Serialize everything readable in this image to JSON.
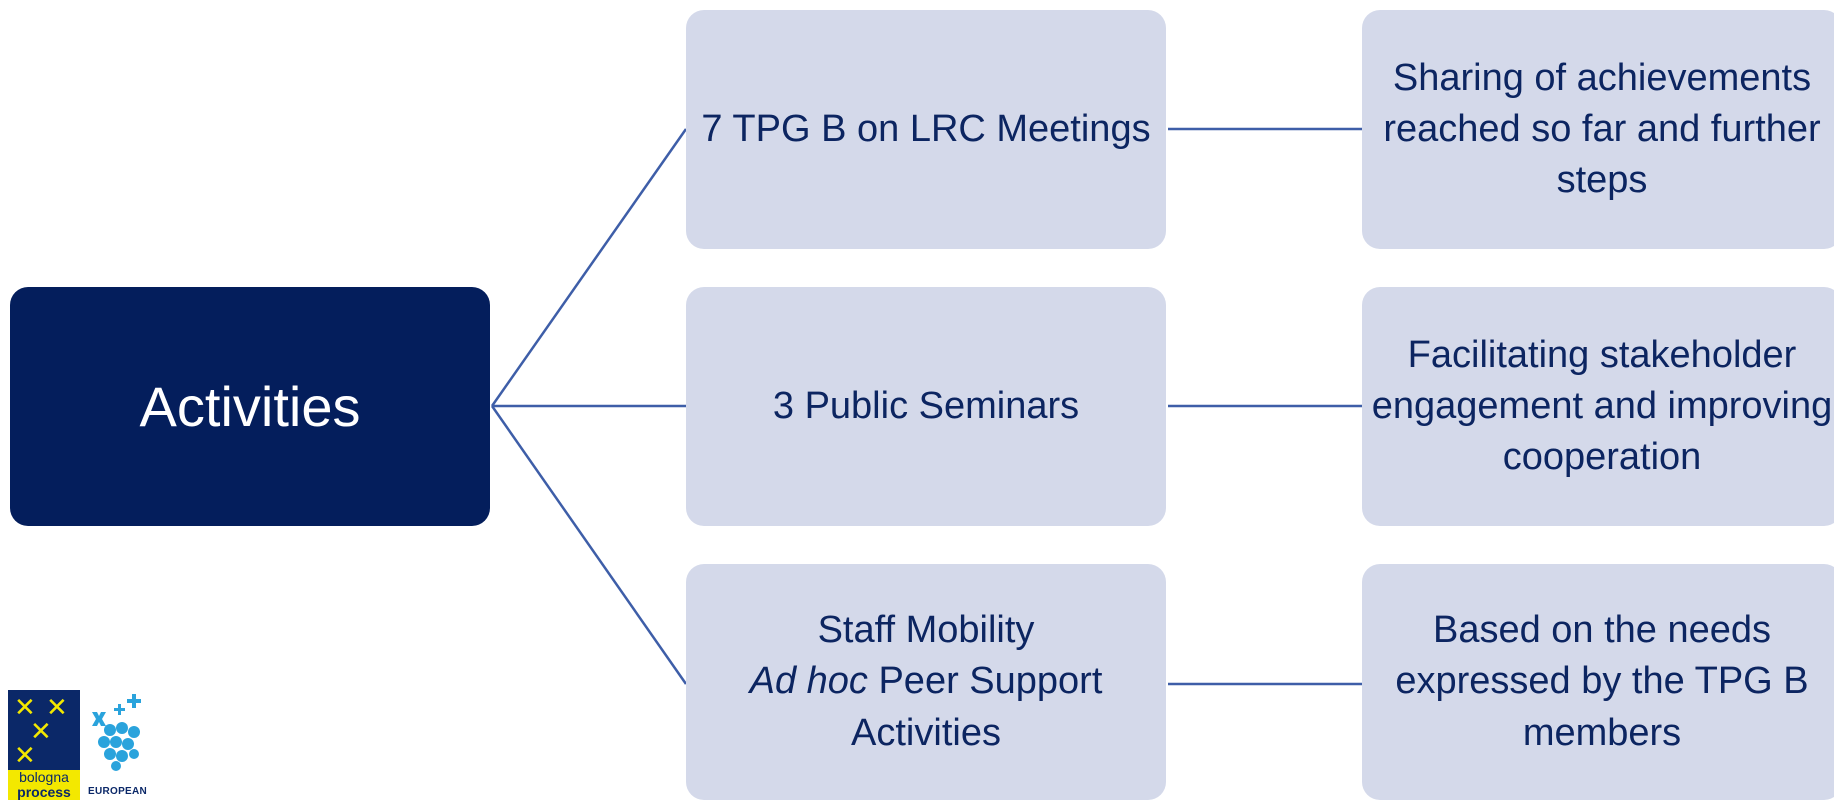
{
  "root": {
    "label": "Activities"
  },
  "activities": [
    {
      "label": "7 TPG B on LRC Meetings"
    },
    {
      "label": "3 Public Seminars"
    },
    {
      "line1": "Staff Mobility",
      "line2_italic": "Ad hoc",
      "line2_rest": " Peer Support",
      "line3": "Activities"
    }
  ],
  "outcomes": [
    {
      "label": "Sharing of achievements reached so far and further steps"
    },
    {
      "label": "Facilitating stakeholder engagement and improving cooperation"
    },
    {
      "label": "Based on the needs expressed by the TPG B members"
    }
  ],
  "logo": {
    "word1": "bologna",
    "word2": "process",
    "ehea_text": "EUROPEAN"
  },
  "colors": {
    "root_bg": "#041e5c",
    "node_bg": "#d4d9ea",
    "node_text": "#0c2561",
    "connector": "#3e5ea8"
  }
}
